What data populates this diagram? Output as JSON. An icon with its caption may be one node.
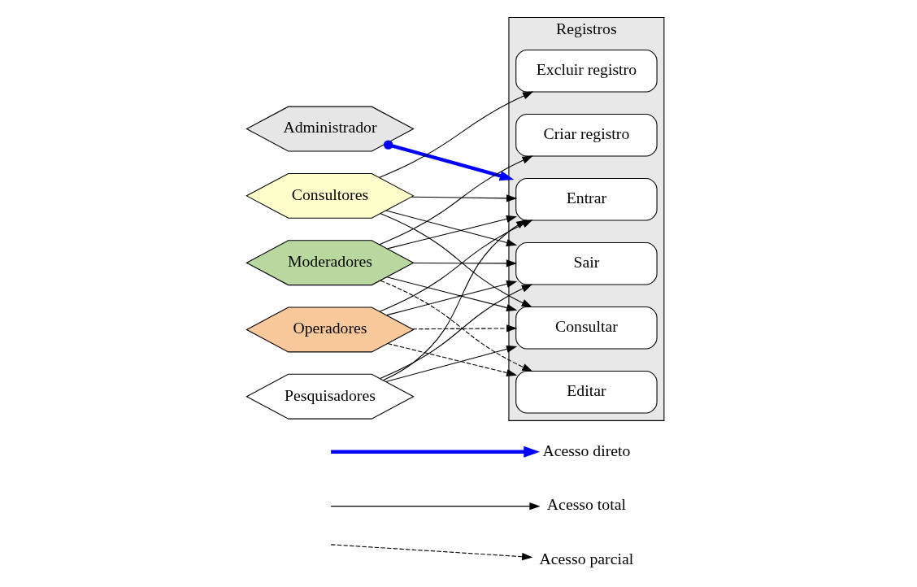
{
  "diagram": {
    "nodes": [
      {
        "text": [
          "Administrador"
        ]
      },
      {
        "text": [
          "Consultores"
        ]
      },
      {
        "text": [
          "Moderadores"
        ]
      },
      {
        "text": [
          "Operadores"
        ]
      },
      {
        "text": [
          "Pesquisadores"
        ]
      },
      {
        "text": [
          "Registros"
        ]
      },
      {
        "text": [
          "Entrar"
        ],
        "in": 5
      },
      {
        "text": [
          "Consultar"
        ],
        "in": 5
      },
      {
        "text": [
          "Criar registro"
        ],
        "in": 5
      },
      {
        "text": [
          "Editar"
        ],
        "in": 5
      },
      {
        "text": [
          "Excluir registro"
        ],
        "in": 5
      },
      {
        "text": [
          "Sair"
        ],
        "in": 5
      }
    ],
    "edges": [
      {
        "from": 0,
        "to": 5,
        "arrow": "to",
        "style": "thick",
        "color": "#0000ff"
      },
      {
        "from": 1,
        "to": 6,
        "arrow": "to"
      },
      {
        "from": 1,
        "to": 7,
        "arrow": "to"
      },
      {
        "from": 1,
        "to": 11,
        "arrow": "to"
      },
      {
        "from": 1,
        "to": 10,
        "arrow": "to"
      },
      {
        "from": 2,
        "to": 8,
        "arrow": "to"
      },
      {
        "from": 2,
        "to": 6,
        "arrow": "to"
      },
      {
        "from": 2,
        "to": 7,
        "arrow": "to"
      },
      {
        "from": 2,
        "to": 9,
        "arrow": "to",
        "style": "dashed"
      },
      {
        "from": 2,
        "to": 11,
        "arrow": "to"
      },
      {
        "from": 3,
        "to": 6,
        "arrow": "to"
      },
      {
        "from": 3,
        "to": 7,
        "arrow": "to",
        "style": "dashed"
      },
      {
        "from": 3,
        "to": 9,
        "arrow": "to",
        "style": "dashed"
      },
      {
        "from": 3,
        "to": 11,
        "arrow": "to"
      },
      {
        "from": 4,
        "to": 6,
        "arrow": "to"
      },
      {
        "from": 4,
        "to": 7,
        "arrow": "to"
      },
      {
        "from": 4,
        "to": 11,
        "arrow": "to"
      }
    ],
    "legend": [
      {
        "text": "Acesso direto"
      },
      {
        "text": "Acesso total"
      },
      {
        "text": "Acesso parcial"
      }
    ]
  }
}
